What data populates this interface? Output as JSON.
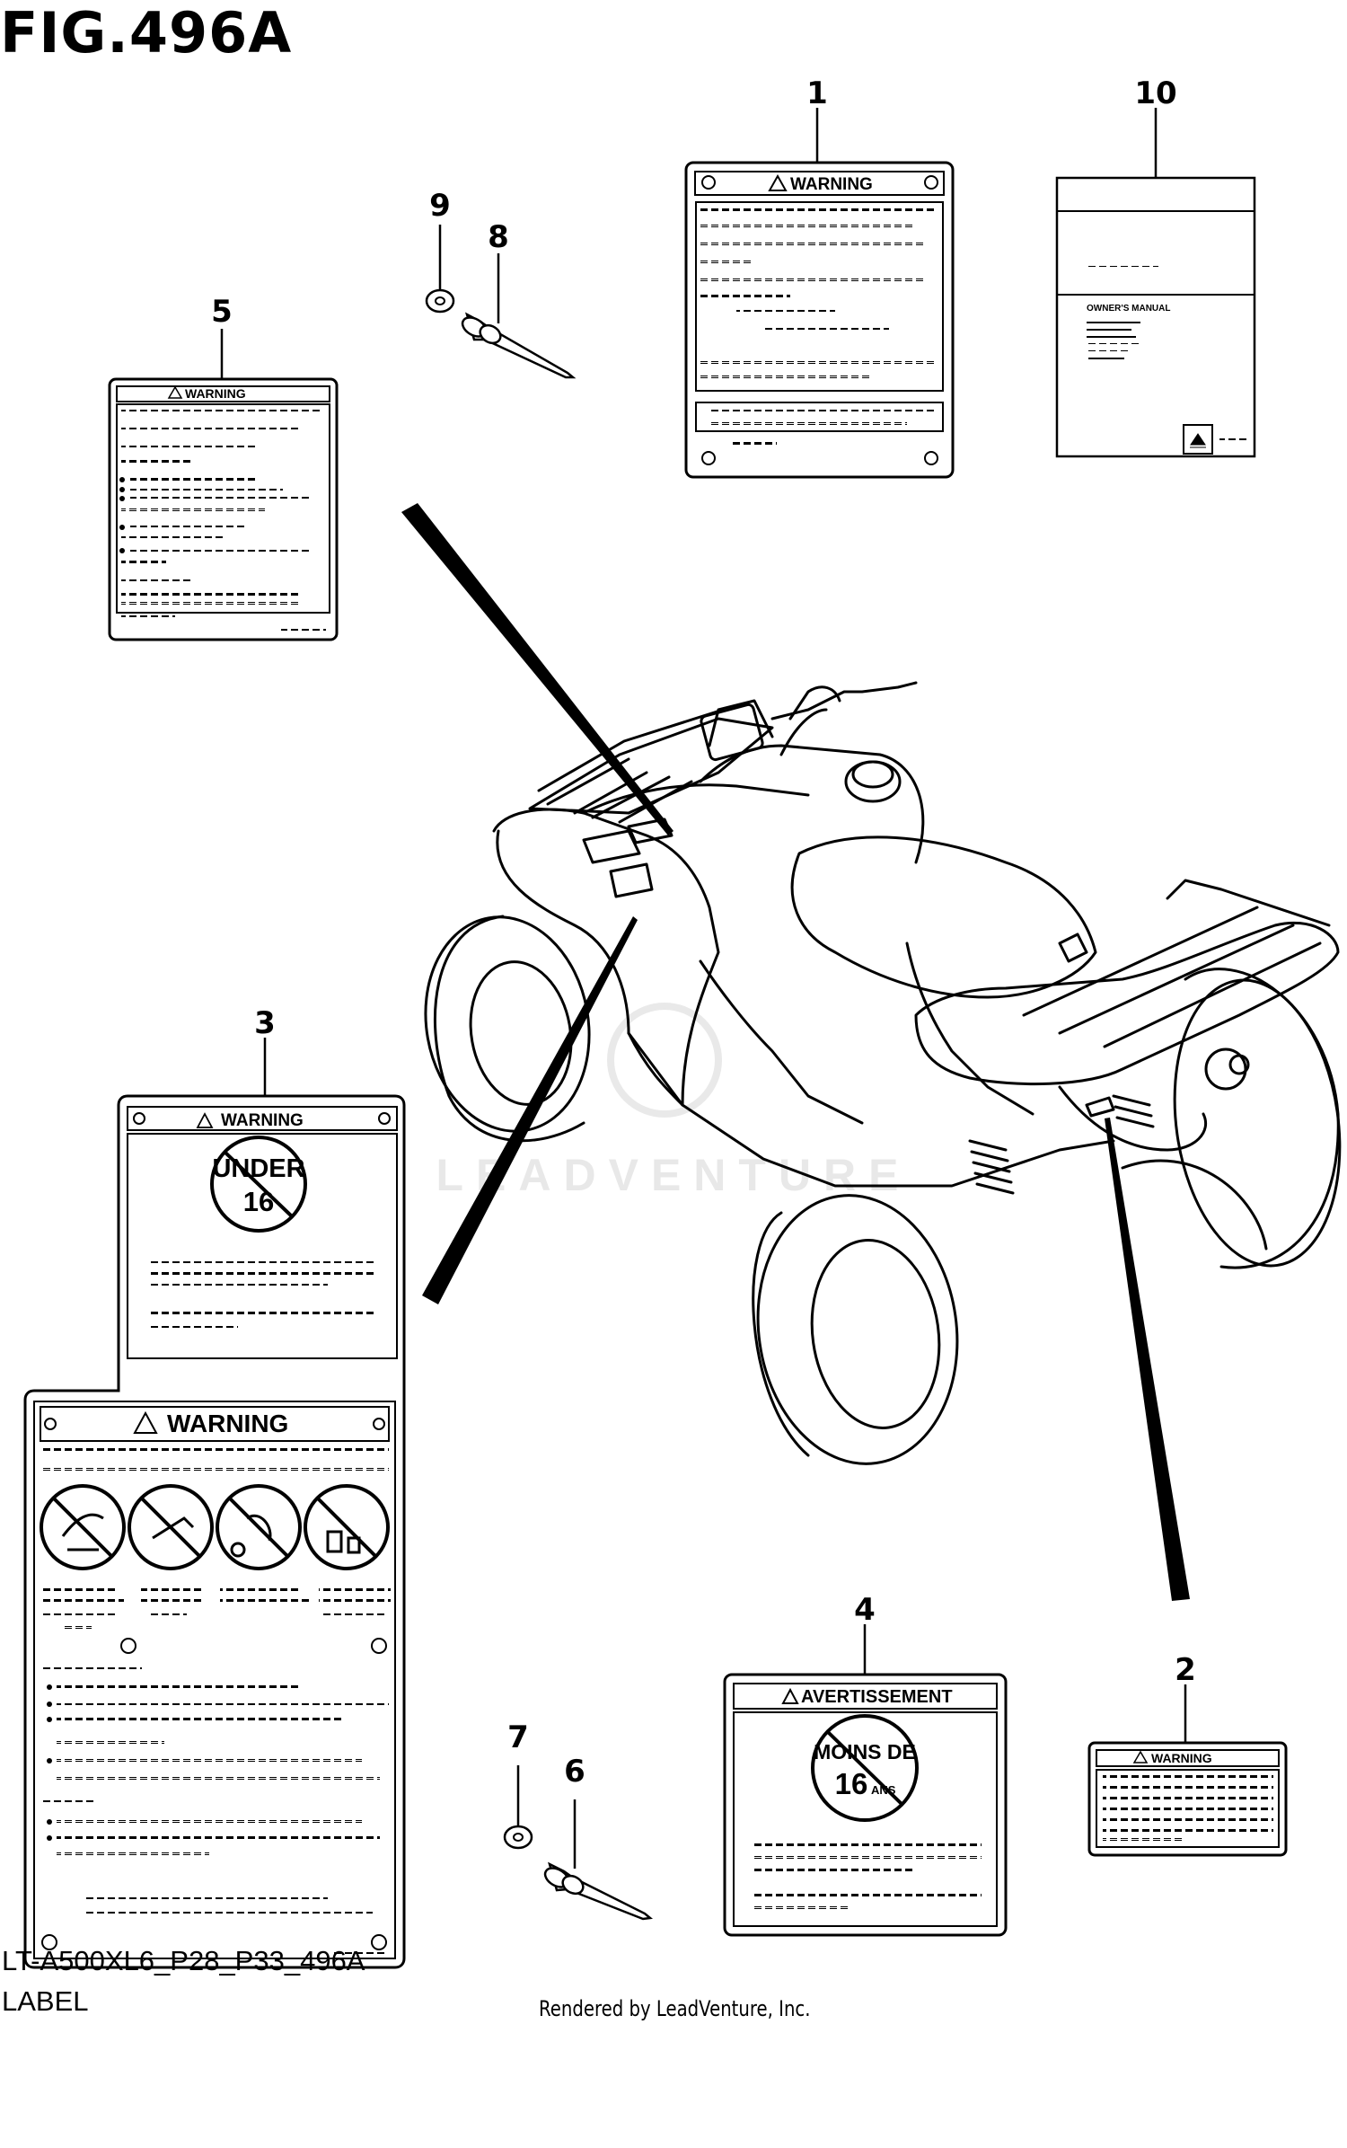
{
  "figure": {
    "title": "FIG.496A",
    "diagram_code": "LT-A500XL6_P28_P33_496A",
    "diagram_name": "LABEL",
    "rendered_by": "Rendered by LeadVenture, Inc.",
    "watermark": "LEADVENTURE"
  },
  "callouts": [
    "1",
    "2",
    "3",
    "4",
    "5",
    "6",
    "7",
    "8",
    "9",
    "10"
  ],
  "labels": {
    "warning": "WARNING",
    "avertissement": "AVERTISSEMENT",
    "under_line1": "UNDER",
    "under_line2": "16",
    "moins_line1": "MOINS DE",
    "moins_line2": "16",
    "moins_ans": "ANS",
    "owners_manual": "OWNER'S MANUAL"
  }
}
